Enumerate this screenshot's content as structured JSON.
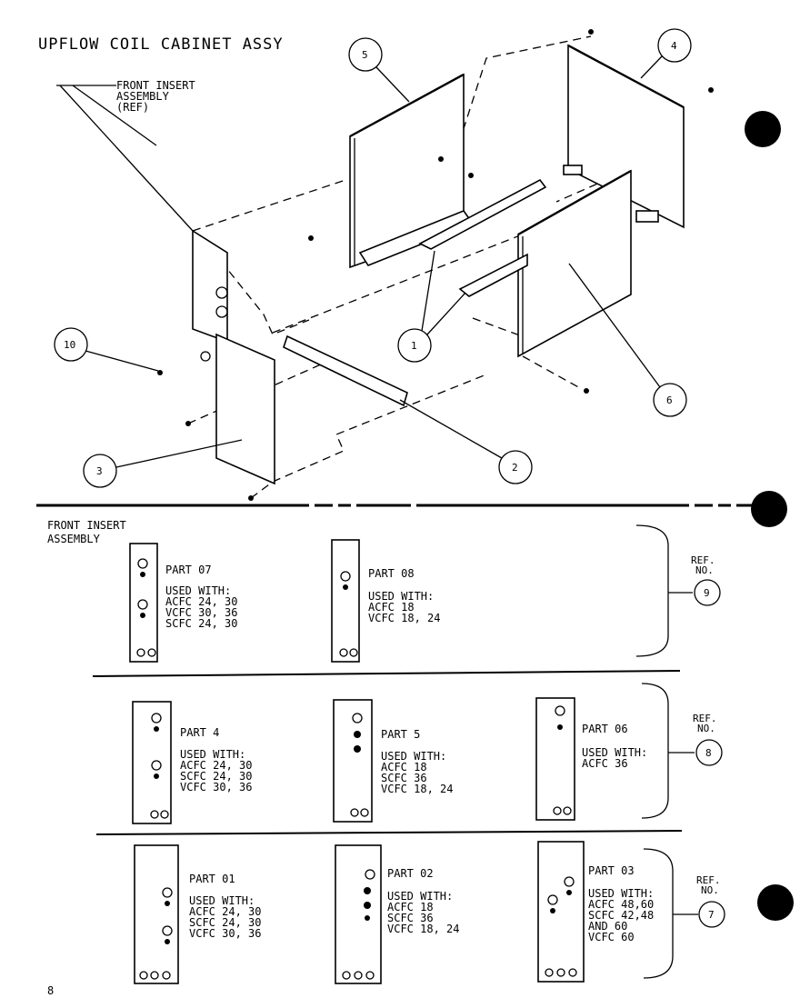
{
  "title": "UPFLOW COIL CABINET ASSY",
  "page_number": "8",
  "front_insert_ref": [
    "FRONT INSERT",
    "ASSEMBLY",
    "(REF)"
  ],
  "front_insert_header": [
    "FRONT INSERT",
    "ASSEMBLY"
  ],
  "callouts": [
    "1",
    "2",
    "3",
    "4",
    "5",
    "6",
    "10"
  ],
  "ref_no_label": [
    "REF.",
    "NO."
  ],
  "ref_numbers": [
    "9",
    "8",
    "7"
  ],
  "parts": [
    {
      "id": "p07",
      "name": "PART 07",
      "used_with": "USED WITH:",
      "lines": [
        "ACFC 24, 30",
        "VCFC 30, 36",
        "SCFC 24, 30"
      ]
    },
    {
      "id": "p08",
      "name": "PART 08",
      "used_with": "USED WITH:",
      "lines": [
        "ACFC 18",
        "VCFC 18, 24"
      ]
    },
    {
      "id": "p4",
      "name": "PART 4",
      "used_with": "USED WITH:",
      "lines": [
        "ACFC 24, 30",
        "SCFC 24, 30",
        "VCFC 30, 36"
      ]
    },
    {
      "id": "p5",
      "name": "PART 5",
      "used_with": "USED WITH:",
      "lines": [
        "ACFC 18",
        "SCFC 36",
        "VCFC 18, 24"
      ]
    },
    {
      "id": "p06",
      "name": "PART 06",
      "used_with": "USED WITH:",
      "lines": [
        "ACFC 36"
      ]
    },
    {
      "id": "p01",
      "name": "PART 01",
      "used_with": "USED WITH:",
      "lines": [
        "ACFC 24, 30",
        "SCFC 24, 30",
        "VCFC 30, 36"
      ]
    },
    {
      "id": "p02",
      "name": "PART 02",
      "used_with": "USED WITH:",
      "lines": [
        "ACFC 18",
        "SCFC 36",
        "VCFC 18, 24"
      ]
    },
    {
      "id": "p03",
      "name": "PART 03",
      "used_with": "USED WITH:",
      "lines": [
        "ACFC 48,60",
        "SCFC 42,48",
        "AND 60",
        "VCFC 60"
      ]
    }
  ]
}
